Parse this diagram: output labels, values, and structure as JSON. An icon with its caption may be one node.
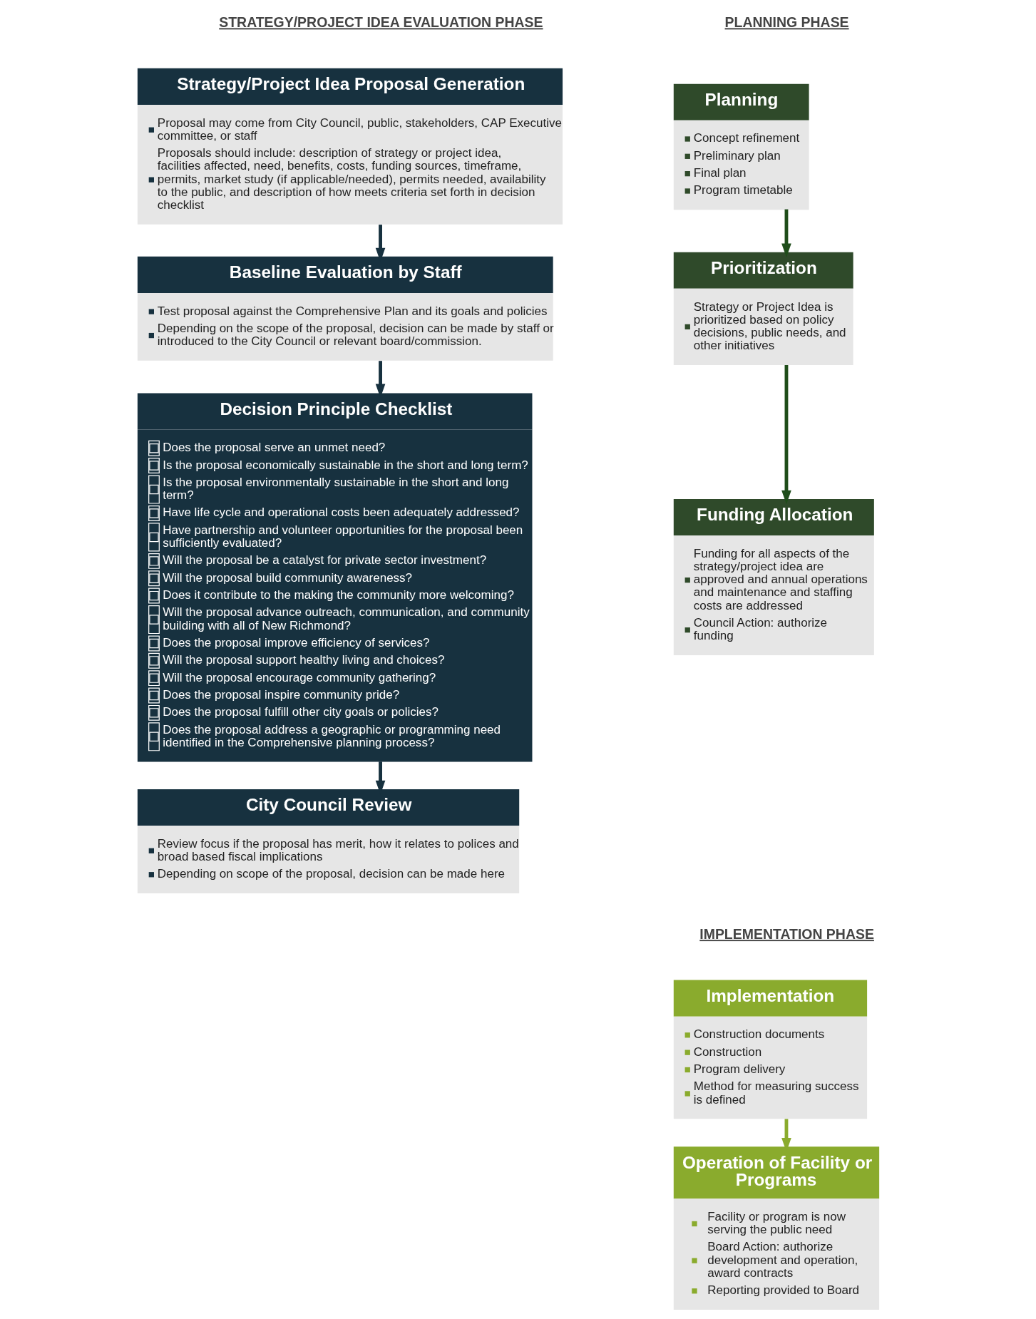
{
  "diagram": {
    "nodes": [
      {
        "text": [
          "Strategy/Project Idea Proposal Generation",
          "Proposal may come from City Council, public, stakeholders, CAP Executive committee, or staff",
          "Proposals should include: description of strategy or project idea, facilities affected, need, benefits, costs, funding sources, timeframe, permits, market study (if applicable/needed), permits needed, availability to the public, and description of how meets criteria set forth in decision checklist"
        ]
      },
      {
        "text": [
          "Baseline Evaluation by Staff",
          "Test proposal against the Comprehensive Plan and its goals and policies",
          "Depending on the scope of the proposal, decision can be made by staff or introduced to the City Council or relevant board/commission."
        ]
      },
      {
        "text": [
          "Decision Principle Checklist",
          "Does the proposal serve an unmet need?",
          "Is the proposal economically sustainable in the short and long term?",
          "Is the proposal environmentally sustainable in the short and long term?",
          "Have life cycle and operational costs been adequately addressed?",
          "Have partnership and volunteer opportunities for the proposal been sufficiently evaluated?",
          "Will the proposal be a catalyst for private sector investment?",
          "Will the proposal build community awareness?",
          "Does it contribute to the making the community more welcoming?",
          "Will the proposal advance outreach, communication, and community building with all of New Richmond?",
          "Does the proposal improve efficiency of services?",
          "Will the proposal support healthy living and choices?",
          "Will the proposal encourage community gathering?",
          "Does the proposal inspire community pride?",
          "Does the proposal fulfill other city goals or policies?",
          "Does the proposal address a geographic or programming need identified in the Comprehensive planning process?"
        ]
      },
      {
        "text": [
          "City Council Review",
          "Review focus if the proposal has merit, how it relates to polices and broad based fiscal implications",
          "Depending on scope of the proposal, decision can be made here"
        ]
      },
      {
        "text": [
          "Planning",
          "Concept refinement",
          "Preliminary plan",
          "Final plan",
          "Program timetable"
        ]
      },
      {
        "text": [
          "Prioritization",
          "Strategy or Project Idea is prioritized based on policy decisions, public needs, and other initiatives"
        ]
      },
      {
        "text": [
          "Funding Allocation",
          "Funding for all aspects of the strategy/project idea are approved and annual operations and maintenance and staffing costs are addressed",
          "Council Action: authorize funding"
        ]
      },
      {
        "text": [
          "Implementation",
          "Construction documents",
          "Construction",
          "Program delivery",
          "Method for measuring success is defined"
        ]
      },
      {
        "text": [
          "Operation of Facility or Programs",
          "Facility or program is now serving the public need",
          "Board Action: authorize development and operation, award contracts",
          "Reporting provided to Board"
        ]
      }
    ],
    "edges": [
      {
        "from": 0,
        "to": 1,
        "arrow": "to"
      },
      {
        "from": 1,
        "to": 2,
        "arrow": "to"
      },
      {
        "from": 2,
        "to": 3,
        "arrow": "to"
      },
      {
        "from": 4,
        "to": 5,
        "arrow": "to",
        "color": "#1f4d1a"
      },
      {
        "from": 5,
        "to": 6,
        "arrow": "to",
        "color": "#1f4d1a"
      },
      {
        "from": 7,
        "to": 8,
        "arrow": "to",
        "color": "#8aab2d"
      }
    ],
    "labels": [
      "STRATEGY/PROJECT IDEA EVALUATION PHASE",
      "PLANNING PHASE",
      "IMPLEMENTATION PHASE"
    ]
  }
}
